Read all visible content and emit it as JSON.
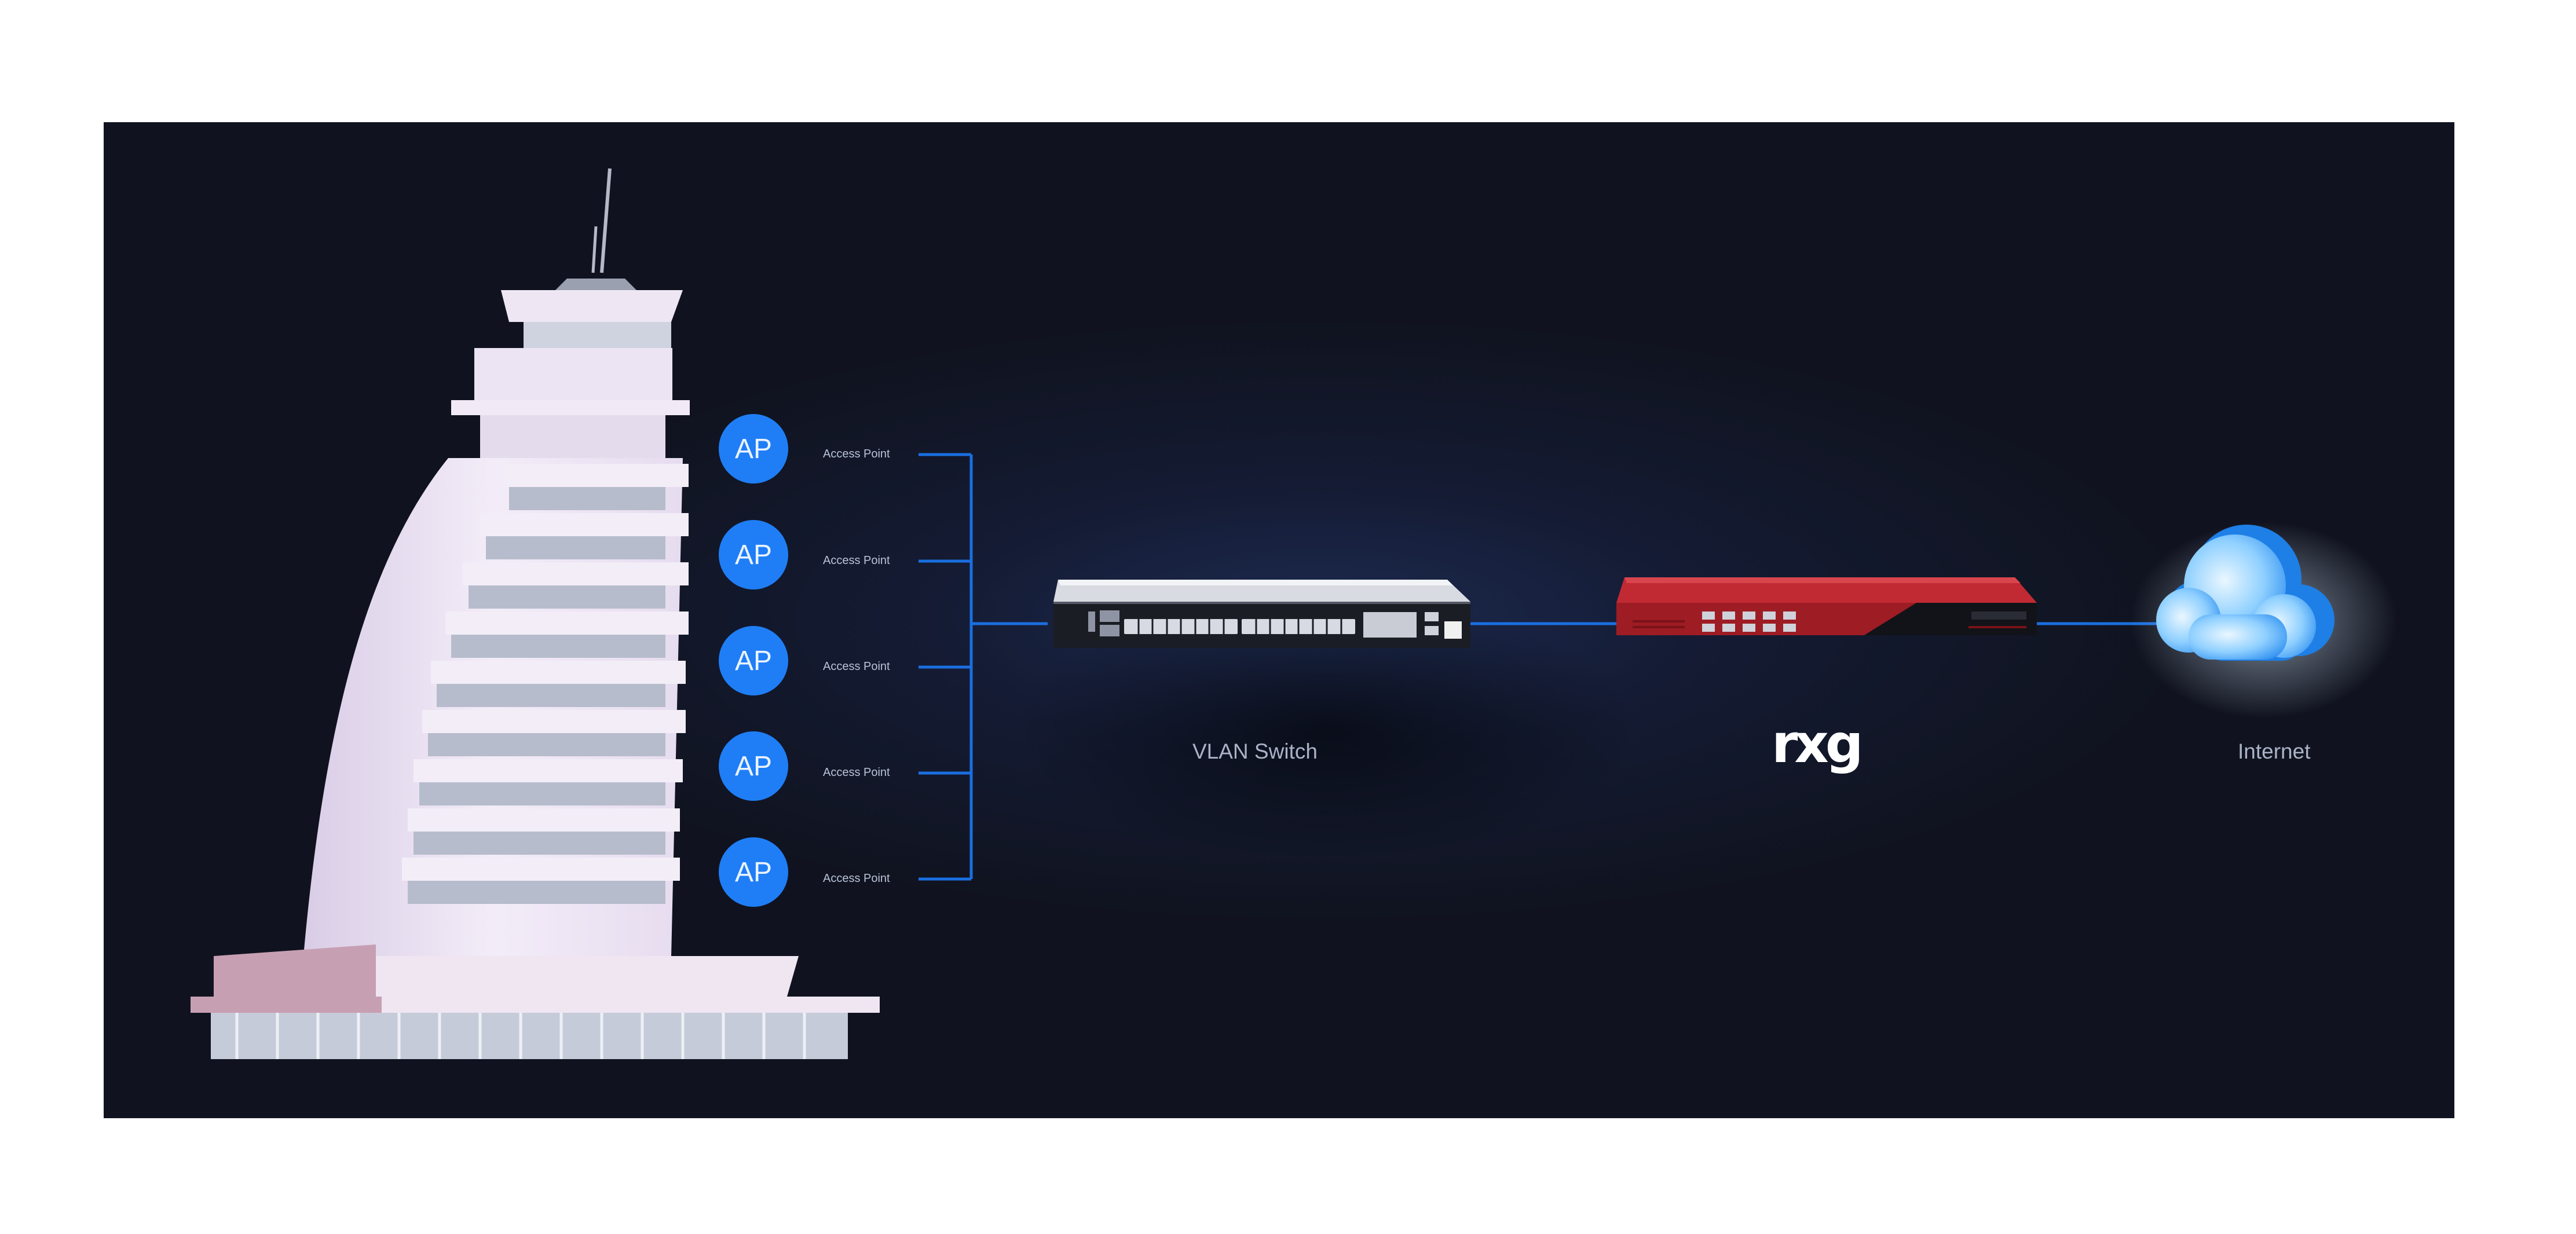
{
  "diagram": {
    "access_points": [
      {
        "badge": "AP",
        "label": "Access Point"
      },
      {
        "badge": "AP",
        "label": "Access Point"
      },
      {
        "badge": "AP",
        "label": "Access Point"
      },
      {
        "badge": "AP",
        "label": "Access Point"
      },
      {
        "badge": "AP",
        "label": "Access Point"
      }
    ],
    "switch_caption": "VLAN Switch",
    "gateway_caption": "rxg",
    "internet_caption": "Internet"
  },
  "colors": {
    "background": "#10131f",
    "ap_circle": "#1f7ef6",
    "link_line": "#1a6fe0",
    "gateway_red": "#b8232b",
    "cloud_blue": "#3aa0ff"
  },
  "icons": [
    "building-illustration",
    "vlan-switch-device",
    "rxg-gateway-device",
    "cloud-icon"
  ]
}
